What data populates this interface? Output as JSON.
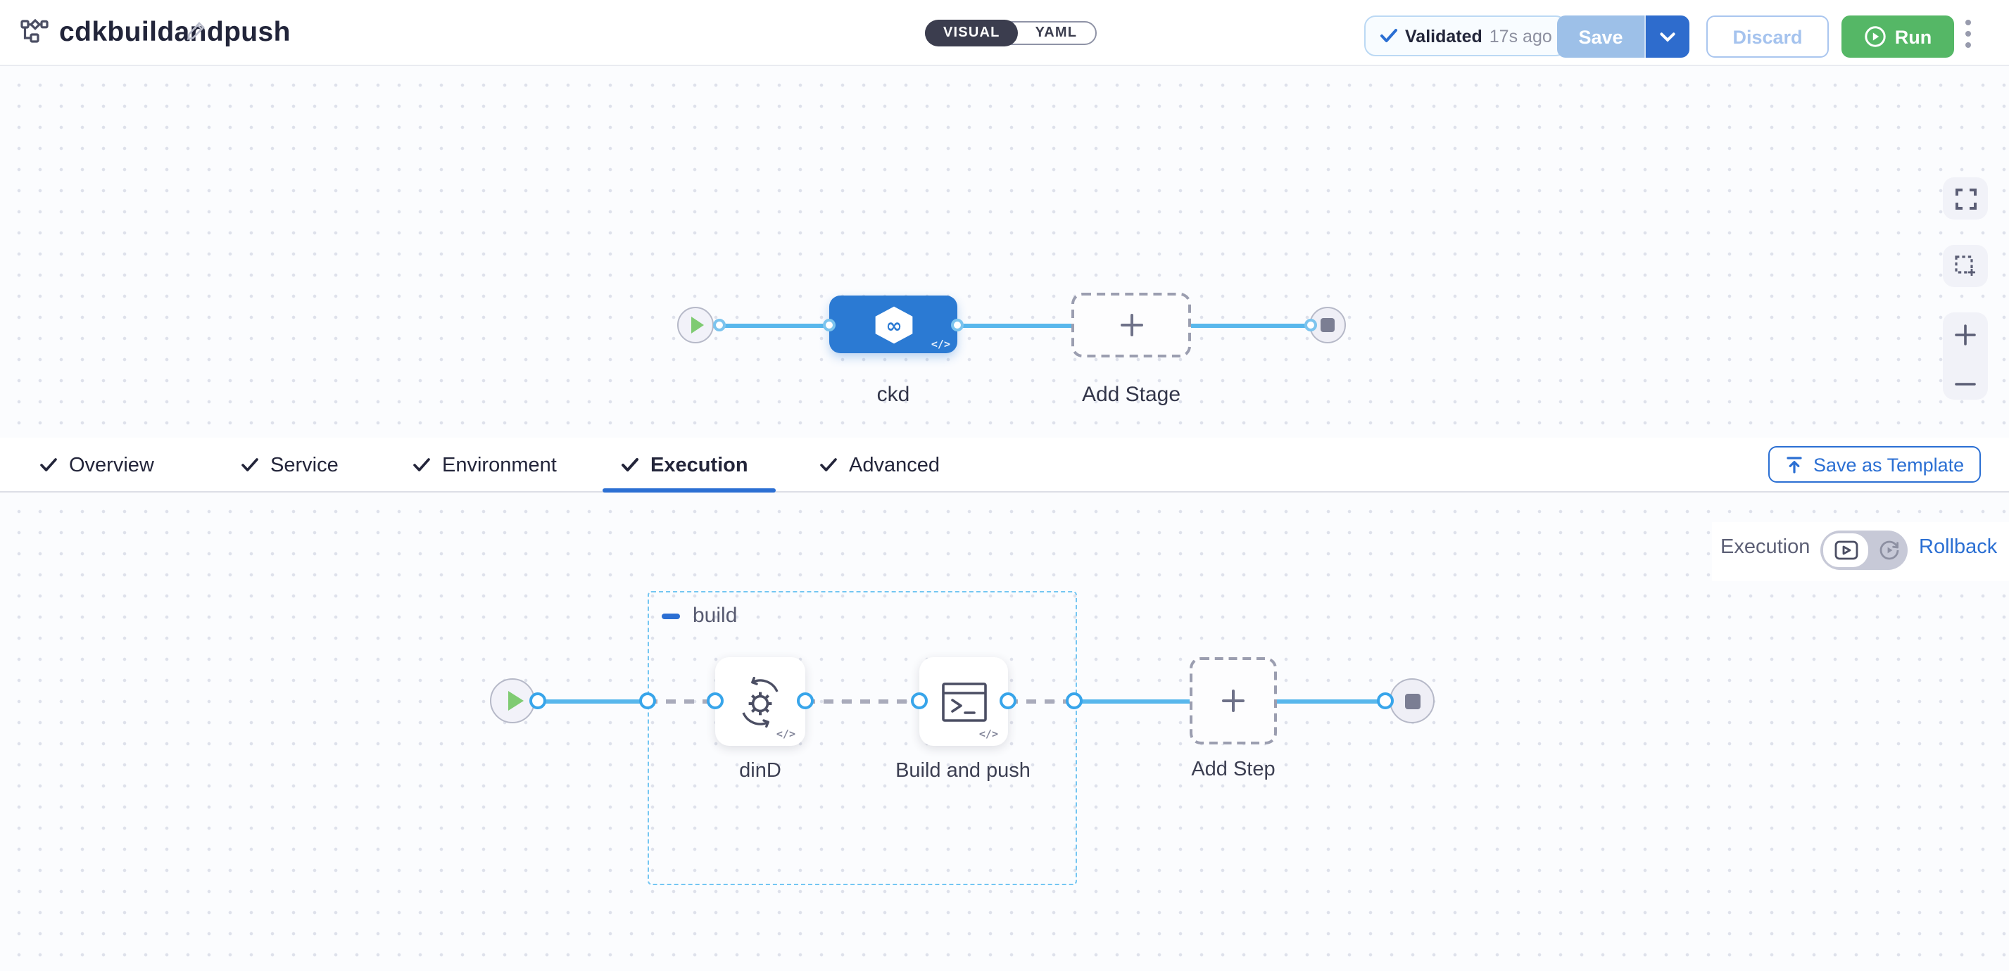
{
  "app": {
    "title": "cdkbuildandpush"
  },
  "header": {
    "mode_toggle": {
      "visual_label": "VISUAL",
      "yaml_label": "YAML",
      "active": "VISUAL"
    },
    "validation": {
      "label": "Validated",
      "time_ago": "17s ago"
    },
    "save_label": "Save",
    "discard_label": "Discard",
    "run_label": "Run"
  },
  "stage_canvas": {
    "stage_label": "ckd",
    "add_stage_label": "Add Stage"
  },
  "tabs": {
    "items": [
      {
        "label": "Overview",
        "checked": true
      },
      {
        "label": "Service",
        "checked": true
      },
      {
        "label": "Environment",
        "checked": true
      },
      {
        "label": "Execution",
        "checked": true,
        "active": true
      },
      {
        "label": "Advanced",
        "checked": true
      }
    ],
    "save_as_template_label": "Save as Template"
  },
  "execution_panel": {
    "mode_label": "Execution",
    "rollback_label": "Rollback",
    "group_label": "build",
    "steps": [
      {
        "label": "dinD",
        "icon": "gear-sync-icon"
      },
      {
        "label": "Build and push",
        "icon": "terminal-icon"
      }
    ],
    "add_step_label": "Add Step",
    "code_mark": "</>"
  },
  "icons": {
    "pipeline-icon": "flowchart glyph",
    "edit-pencil-icon": "pencil outline",
    "check-icon": "checkmark",
    "chevron-down-icon": "chevron",
    "run-play-icon": "circled play",
    "kebab-menu-icon": "vertical dots",
    "fullscreen-icon": "corner brackets",
    "marquee-select-icon": "dashed square",
    "zoom-in-icon": "plus",
    "zoom-out-icon": "minus",
    "upload-template-icon": "arrow up to bar",
    "execution-view-icon": "play in rect",
    "rollback-view-icon": "circular play arrow",
    "ci-stage-icon": "hexagon infinity",
    "add-icon": "plus"
  },
  "colors": {
    "accent_blue": "#2b6fd3",
    "node_blue": "#2b7ad3",
    "connector_blue": "#58b7ec",
    "run_green": "#55b766",
    "dark_pill": "#3b3d4e",
    "canvas_dot": "#dee1eb"
  }
}
